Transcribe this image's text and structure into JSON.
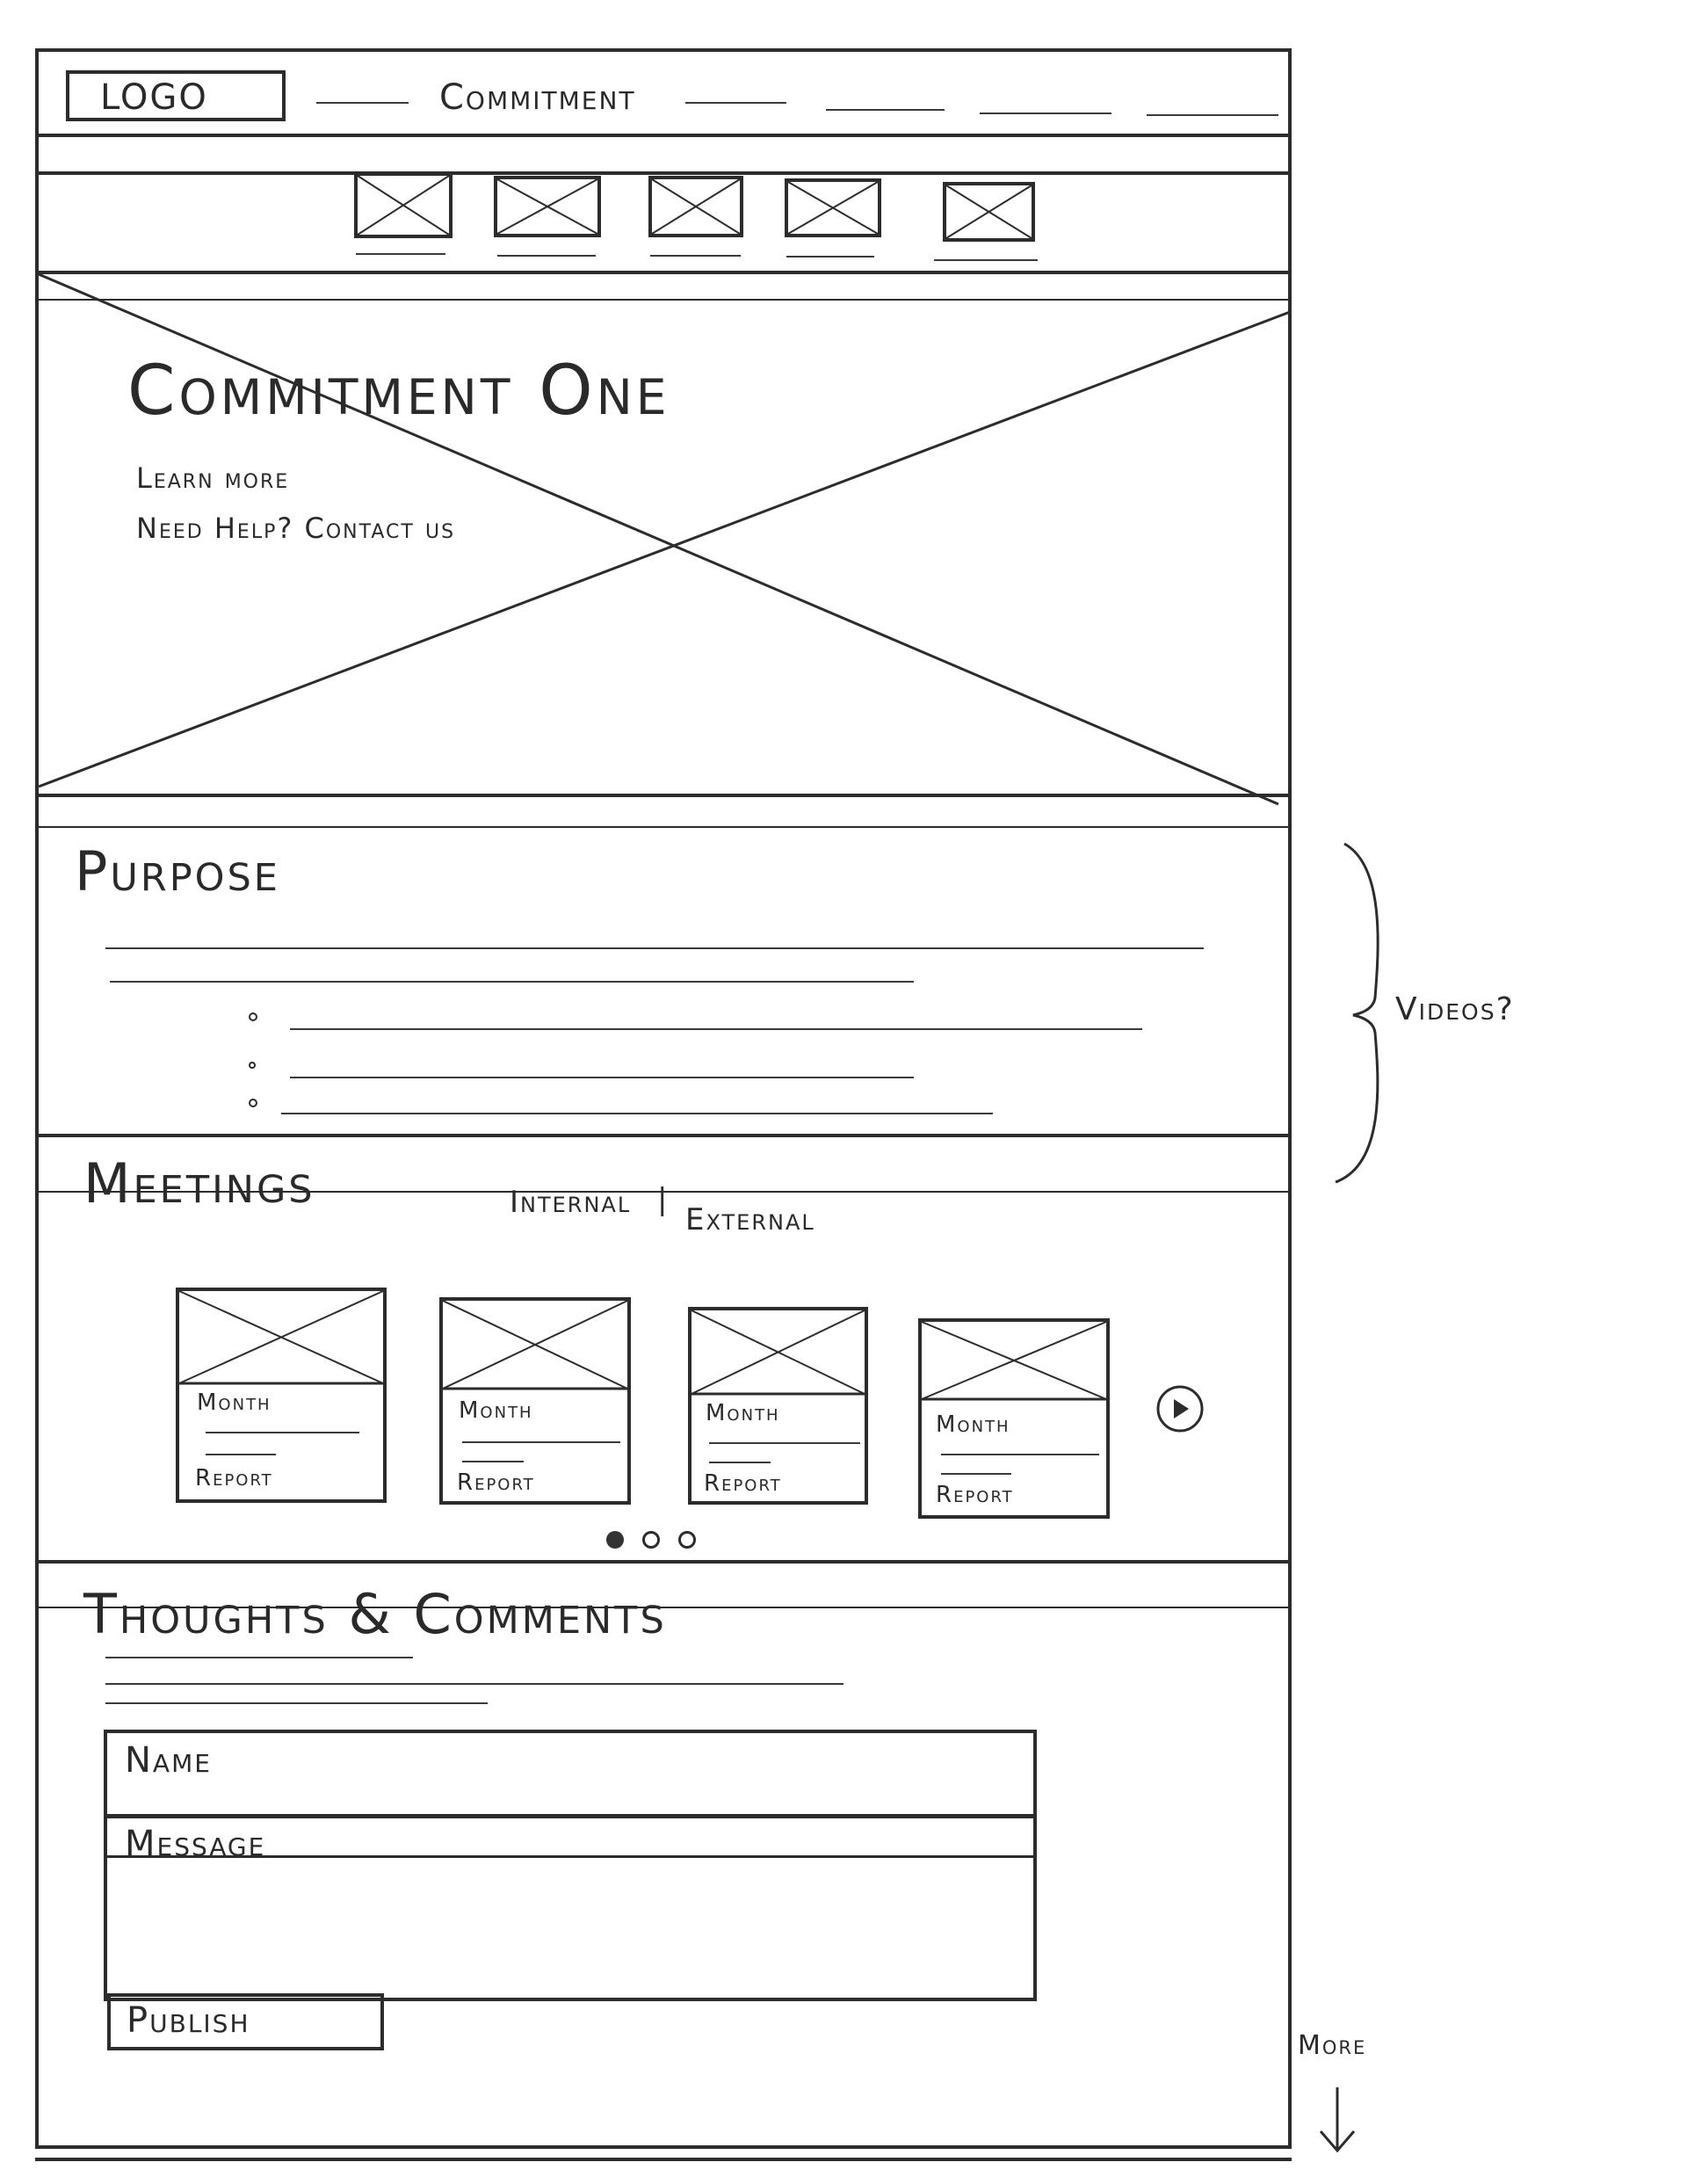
{
  "header": {
    "logo": "LOGO",
    "title": "Commitment"
  },
  "hero": {
    "title": "Commitment One",
    "learn_more": "Learn more",
    "help": "Need Help? Contact us"
  },
  "purpose": {
    "title": "Purpose"
  },
  "annotations": {
    "videos": "Videos?",
    "more": "More"
  },
  "meetings": {
    "title": "Meetings",
    "tab_internal": "Internal",
    "tab_separator": "|",
    "tab_external": "External",
    "cards": [
      {
        "month": "Month",
        "report": "Report"
      },
      {
        "month": "Month",
        "report": "Report"
      },
      {
        "month": "Month",
        "report": "Report"
      },
      {
        "month": "Month",
        "report": "Report"
      }
    ]
  },
  "comments": {
    "title": "Thoughts & Comments",
    "name_placeholder": "Name",
    "message_placeholder": "Message",
    "publish": "Publish"
  }
}
